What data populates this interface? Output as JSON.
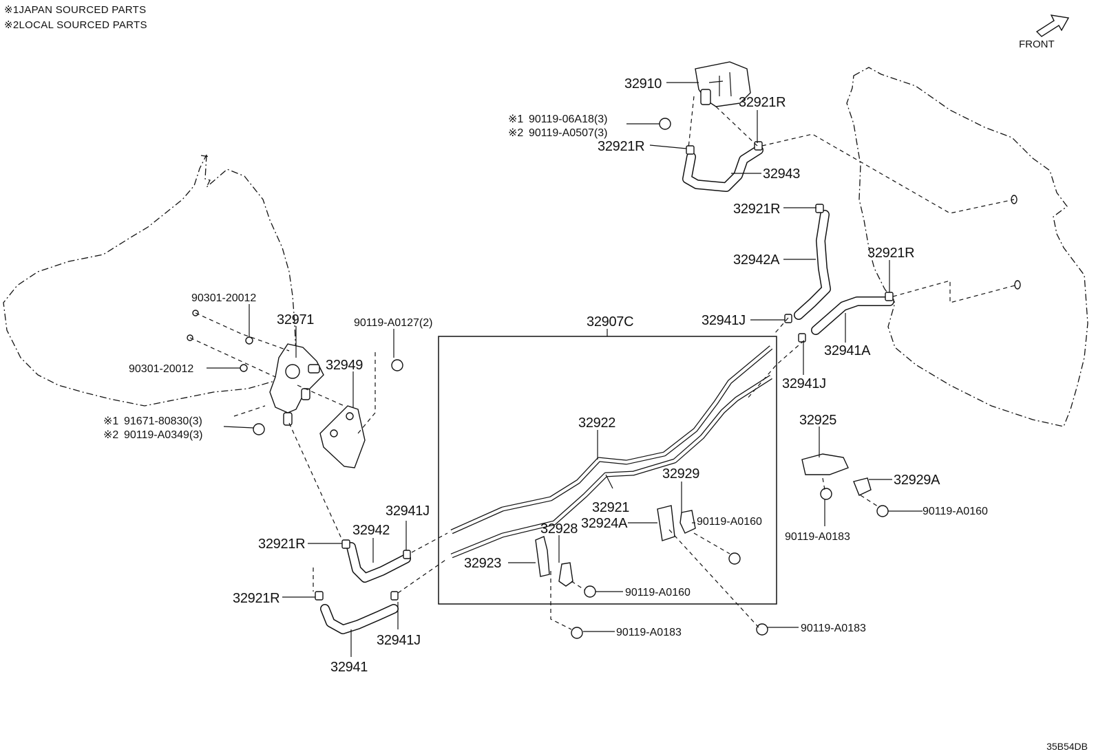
{
  "legend": [
    {
      "mark": "※1",
      "text": "JAPAN SOURCED PARTS"
    },
    {
      "mark": "※2",
      "text": "LOCAL SOURCED PARTS"
    }
  ],
  "front_label": "FRONT",
  "diagram_id": "35B54DB",
  "callouts": {
    "p32910": "32910",
    "p32921R_top_right": "32921R",
    "p_bolt_jp_a": "90119-06A18(3)",
    "p_bolt_local_a": "90119-A0507(3)",
    "p32921R_top_left": "32921R",
    "p32943": "32943",
    "p32921R_mid": "32921R",
    "p32942A": "32942A",
    "p32921R_right": "32921R",
    "p32941J_upper": "32941J",
    "p32941A": "32941A",
    "p32941J_upper2": "32941J",
    "p90301_a": "90301-20012",
    "p32971": "32971",
    "p90119_A0127": "90119-A0127(2)",
    "p32907C": "32907C",
    "p32949": "32949",
    "p90301_b": "90301-20012",
    "p_bolt_jp_b": "91671-80830(3)",
    "p_bolt_local_b": "90119-A0349(3)",
    "p32922": "32922",
    "p32925": "32925",
    "p32929": "32929",
    "p32929A": "32929A",
    "p32921": "32921",
    "p32924A": "32924A",
    "p90119_A0160_a": "90119-A0160",
    "p32941J_lower": "32941J",
    "p32942": "32942",
    "p32921R_lower1": "32921R",
    "p32928": "32928",
    "p90119_A0160_b": "90119-A0160",
    "p90119_A0183_a": "90119-A0183",
    "p32923": "32923",
    "p90119_A0160_c": "90119-A0160",
    "p32921R_lower2": "32921R",
    "p90119_A0183_b": "90119-A0183",
    "p90119_A0183_c": "90119-A0183",
    "p32941J_lower2": "32941J",
    "p32941": "32941"
  },
  "marks": {
    "jp": "※1",
    "local": "※2"
  }
}
